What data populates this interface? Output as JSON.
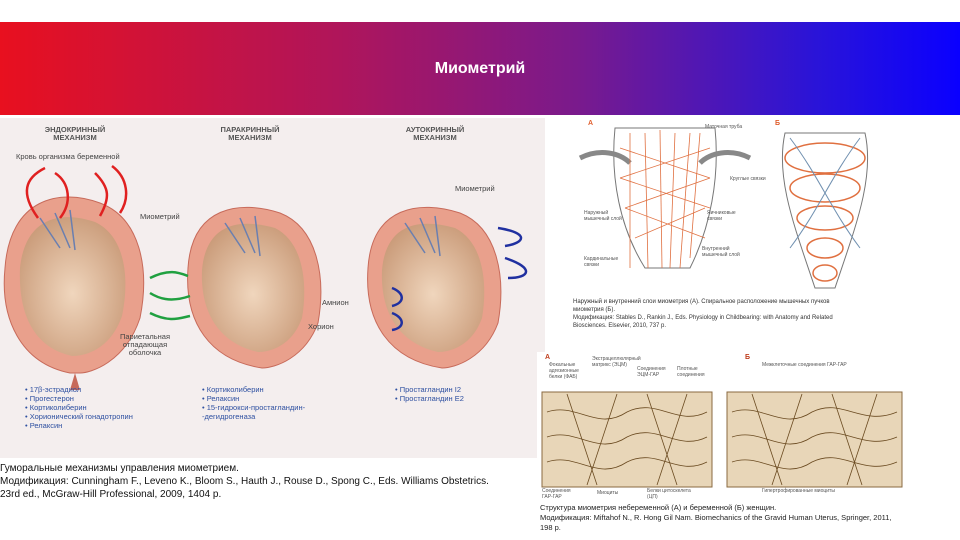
{
  "slide": {
    "title": "Миометрий"
  },
  "left_figure": {
    "headers": [
      "ЭНДОКРИННЫЙ МЕХАНИЗМ",
      "ПАРАКРИННЫЙ МЕХАНИЗМ",
      "АУТОКРИННЫЙ МЕХАНИЗМ"
    ],
    "labels": {
      "blood": "Кровь организма беременной",
      "myometrium1": "Миометрий",
      "myometrium2": "Миометрий",
      "amnion": "Амнион",
      "chorion": "Хорион",
      "parietal": "Париетальная отпадающая оболочка"
    },
    "list_endocrine": [
      "• 17β-эстрадиол",
      "• Прогестерон",
      "• Кортиколиберин",
      "• Хорионический гонадотропин",
      "• Релаксин"
    ],
    "list_paracrine": [
      "• Кортиколиберин",
      "• Релаксин",
      "• 15-гидрокси-простагландин-",
      "-дегидрогеназа"
    ],
    "list_autocrine": [
      "• Простагландин I2",
      "• Простагландин E2"
    ]
  },
  "left_caption": {
    "line1": "Гуморальные механизмы управления миометрием.",
    "line2": "Модификация: Cunningham F., Leveno K., Bloom S., Hauth J., Rouse D., Spong C., Eds. Williams Obstetrics.",
    "line3": "23rd ed., McGraw-Hill Professional, 2009, 1404 p."
  },
  "right_top_figure": {
    "marker_a": "А",
    "marker_b": "Б",
    "labels": [
      "Маточная труба",
      "Круглые связки",
      "Наружный мышечный слой",
      "Яичниковые связки",
      "Внутренний мышечный слой",
      "Кардинальные связки"
    ]
  },
  "right_top_caption": {
    "line1": "Наружный и внутренний слои миометрия (А). Спиральное расположение мышечных пучков",
    "line2": "миометрия (Б).",
    "line3": "Модификация: Stables D., Rankin J., Eds. Physiology in Childbearing: with Anatomy and Related",
    "line4": "Biosciences. Elsevier, 2010, 737 p."
  },
  "right_bottom_figure": {
    "marker_a": "А",
    "marker_b": "Б",
    "labels_top": [
      "Фокальные адгезионные белки (ФАБ)",
      "Экстрацеллюлярный матрикс (ЭЦМ)",
      "Соединения ЭЦМ-ГАР",
      "Плотные соединения",
      "Межклеточные соединения ГАР-ГАР"
    ],
    "labels_bottom": [
      "Соединения ГАР-ГАР",
      "Миоциты",
      "Белки цитоскелета (ЦП)",
      "Гипертрофированные миоциты"
    ]
  },
  "right_bottom_caption": {
    "line1": "Структура миометрия небеременной (А) и беременной (Б) женщин.",
    "line2": "Модификация: Miftahof N., R. Hong Gil Nam. Biomechanics of the Gravid Human Uterus, Springer, 2011,",
    "line3": "198 p."
  },
  "colors": {
    "banner_left": "#e8101f",
    "banner_right": "#0a00ff",
    "uterus": "#e9a08c",
    "arrow_red": "#e02020",
    "arrow_green": "#20a040",
    "arrow_blue": "#2030a0"
  }
}
